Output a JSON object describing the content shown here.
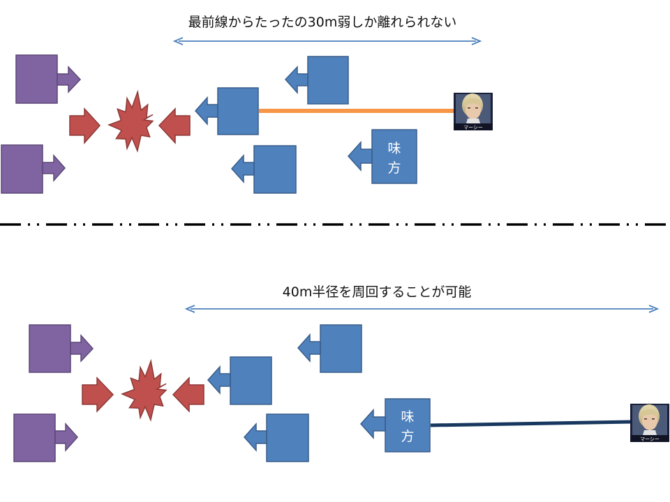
{
  "colors": {
    "enemy": "#8064a2",
    "ally": "#4f81bd",
    "burst": "#c0504d",
    "range_arrow": "#4a7ebb",
    "beam_top": "#f79646",
    "beam_bottom": "#17375e",
    "divider": "#000000"
  },
  "top": {
    "caption": "最前線からたったの30m弱しか離れられない",
    "ally_label": "味方",
    "portrait_label": "マーシー"
  },
  "bottom": {
    "caption": "40m半径を周回することが可能",
    "ally_label": "味方",
    "portrait_label": "マーシー"
  }
}
